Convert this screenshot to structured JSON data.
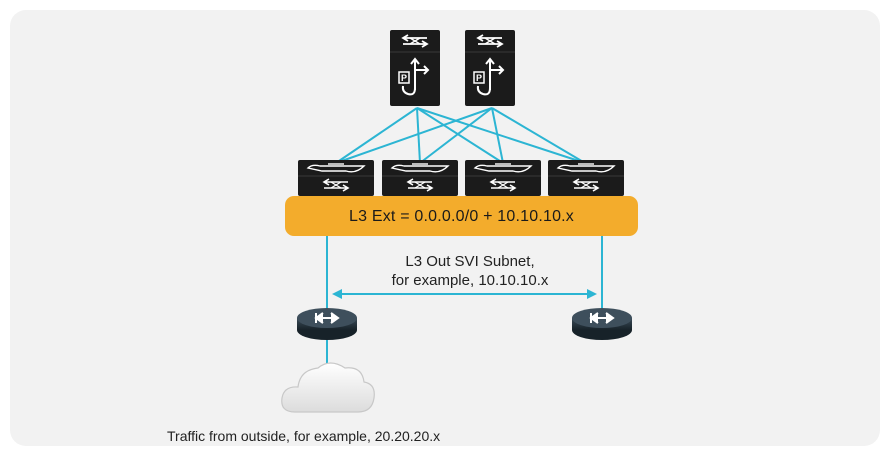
{
  "l3_ext_label": "L3 Ext = 0.0.0.0/0 + 10.10.10.x",
  "subnet_label": {
    "line1": "L3 Out SVI Subnet,",
    "line2": "for example, 10.10.10.x"
  },
  "traffic_label": "Traffic from outside, for example, 20.20.20.x",
  "colors": {
    "background_panel": "#f2f2f2",
    "link": "#2cb5d3",
    "band": "#f3ac2c",
    "device": "#1b1b1b",
    "router": "#1e2b35"
  },
  "icons": [
    "spine-switch-icon",
    "leaf-switch-icon",
    "router-icon",
    "cloud-icon",
    "double-arrow-icon"
  ]
}
